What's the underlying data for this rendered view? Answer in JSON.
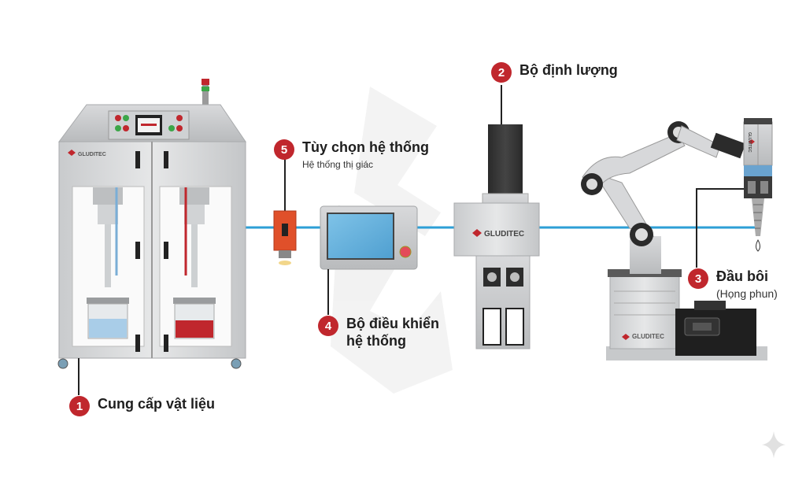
{
  "brand": {
    "logo_text": "GLUDITEC",
    "accent_color": "#c0272d",
    "line_color": "#2d9fd6"
  },
  "callouts": {
    "material_supply": {
      "number": "1",
      "title": "Cung cấp vật liệu"
    },
    "metering_unit": {
      "number": "2",
      "title": "Bộ định lượng"
    },
    "dispensing_head": {
      "number": "3",
      "title": "Đầu bôi",
      "subtitle": "(Họng phun)"
    },
    "system_controller": {
      "number": "4",
      "title_line1": "Bộ điều khiển",
      "title_line2": "hệ thống"
    },
    "system_option": {
      "number": "5",
      "title": "Tùy chọn hệ thống",
      "subtitle": "Hệ thống thị giác"
    }
  },
  "icons": [
    "material-supply-cabinet",
    "vision-camera",
    "controller-screen",
    "metering-pump",
    "robot-arm",
    "dispense-nozzle"
  ]
}
